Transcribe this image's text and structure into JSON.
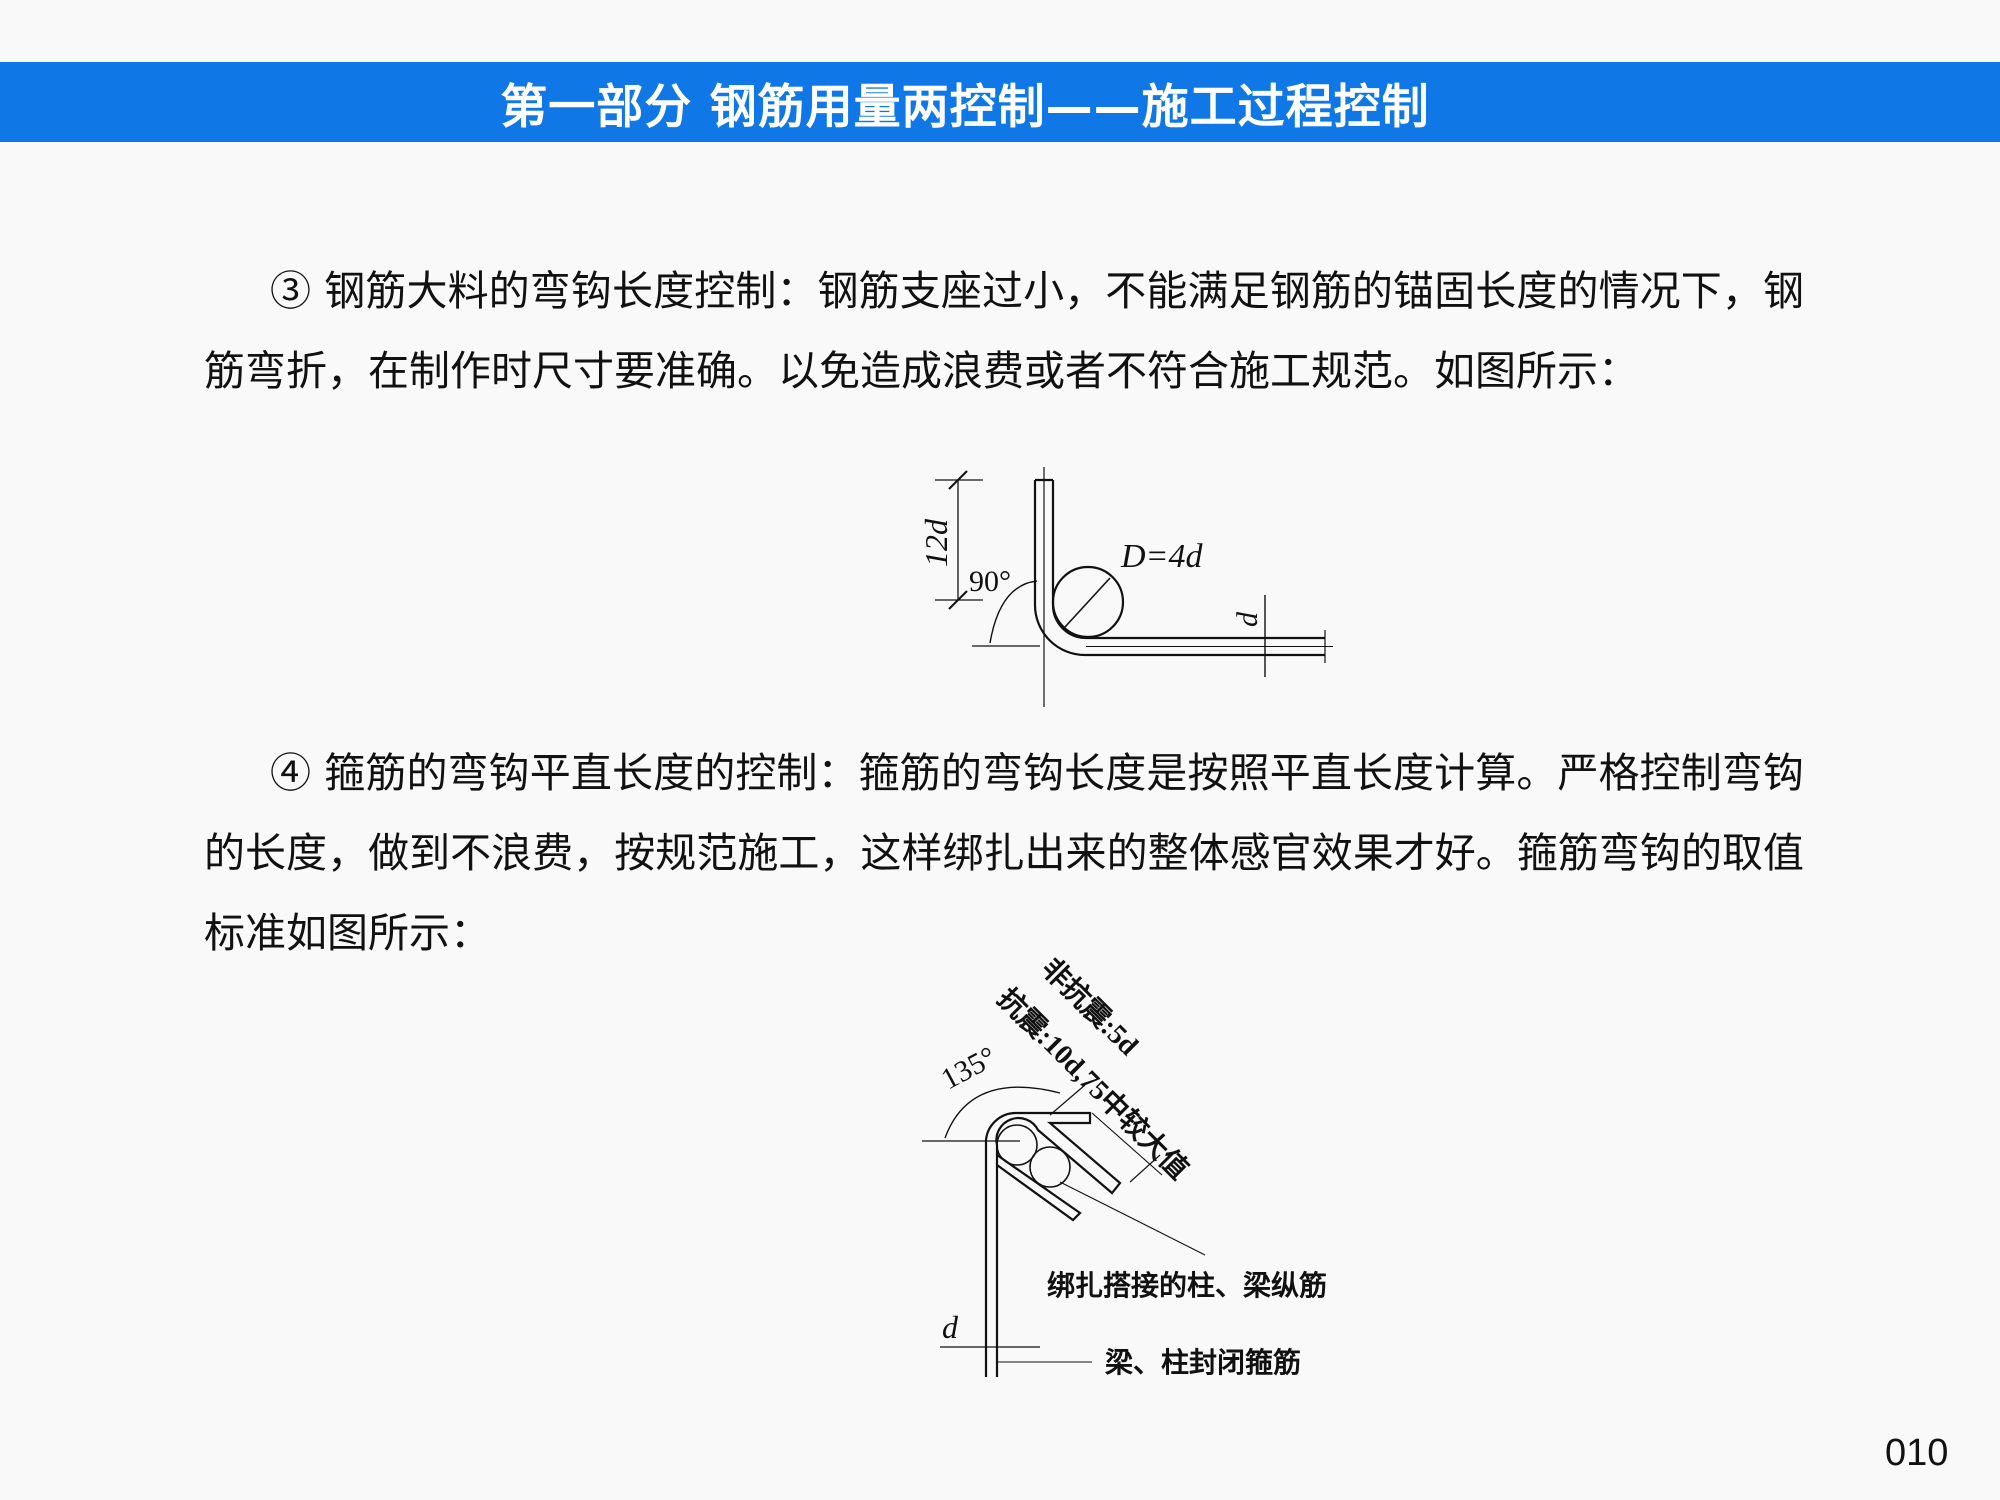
{
  "header": {
    "title": "第一部分  钢筋用量两控制——施工过程控制",
    "color": "#0f77e6"
  },
  "sections": [
    {
      "text": "③ 钢筋大料的弯钩长度控制：钢筋支座过小，不能满足钢筋的锚固长度的情况下，钢筋弯折，在制作时尺寸要准确。以免造成浪费或者不符合施工规范。如图所示："
    },
    {
      "text": "④ 箍筋的弯钩平直长度的控制：箍筋的弯钩长度是按照平直长度计算。严格控制弯钩的长度，做到不浪费，按规范施工，这样绑扎出来的整体感官效果才好。箍筋弯钩的取值标准如图所示："
    }
  ],
  "figure1": {
    "length_label": "12d",
    "angle_label": "90°",
    "diameter_label": "D=4d",
    "bar_label": "d"
  },
  "figure2": {
    "non_seismic_label": "非抗震:5d",
    "seismic_label": "抗震:10d,75中较大值",
    "angle_label": "135°",
    "longitudinal_label": "绑扎搭接的柱、梁纵筋",
    "stirrup_label": "梁、柱封闭箍筋",
    "bar_label": "d"
  },
  "page_number": "010"
}
